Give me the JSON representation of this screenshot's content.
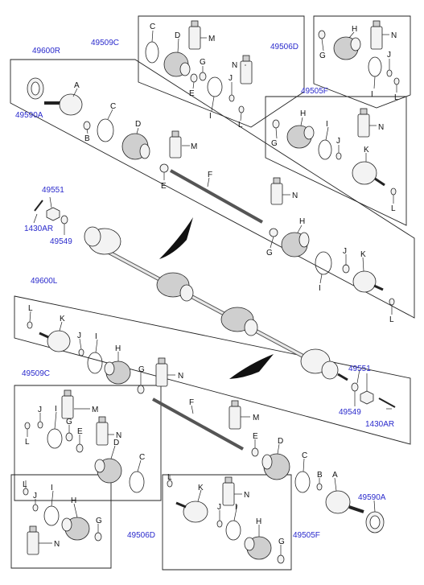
{
  "diagram": {
    "assembly_numbers": {
      "right_shaft": "49600R",
      "left_shaft": "49600L",
      "outer_kit_right": "49509C",
      "outer_kit_left": "49509C",
      "inner_kit_right": "49506D",
      "inner_kit_left": "49506D",
      "inner_boot_kit_right": "49505F",
      "inner_boot_kit_left": "49505F",
      "bearing_right": "49590A",
      "bearing_left": "49590A",
      "nut_right": "49551",
      "nut_left": "49551",
      "washer_right": "49549",
      "washer_left": "49549",
      "pin_right": "1430AR",
      "pin_left": "1430AR"
    },
    "part_letters": [
      "A",
      "B",
      "C",
      "D",
      "E",
      "F",
      "G",
      "H",
      "I",
      "J",
      "K",
      "L",
      "M",
      "N"
    ],
    "icons": [
      "cv-joint",
      "boot",
      "clamp-band",
      "grease-tube",
      "snap-ring",
      "axle-shaft",
      "castle-nut",
      "cotter-pin"
    ]
  }
}
